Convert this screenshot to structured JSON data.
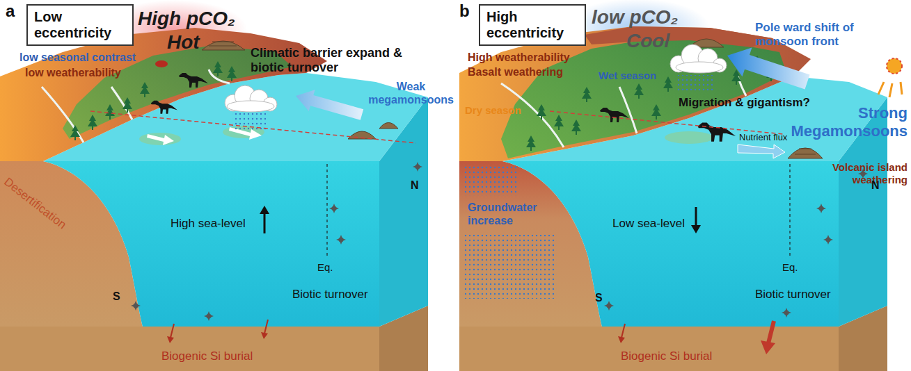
{
  "diagram": {
    "nodes": [
      {
        "text": [
          "Low eccentricity"
        ]
      },
      {
        "text": [
          "High eccentricity"
        ]
      }
    ],
    "labels": [
      "a",
      "High pCO₂",
      "Hot",
      "low seasonal contrast",
      "low weatherability",
      "Climatic barrier expand & biotic turnover",
      "Weak megamonsoons",
      "Desertification",
      "High sea-level",
      "S",
      "N",
      "Eq.",
      "Biotic turnover",
      "Biogenic Si burial",
      "b",
      "low pCO₂",
      "Cool",
      "High weatherability",
      "Basalt weathering",
      "Wet season",
      "Pole ward shift of monsoon front",
      "Strong Megamonsoons",
      "Dry season",
      "Migration & gigantism?",
      "Groundwater increase",
      "Nutrient flux",
      "Volcanic island weathering",
      "Low sea-level",
      "S",
      "N",
      "Eq.",
      "Biotic turnover",
      "Biogenic Si burial"
    ]
  }
}
